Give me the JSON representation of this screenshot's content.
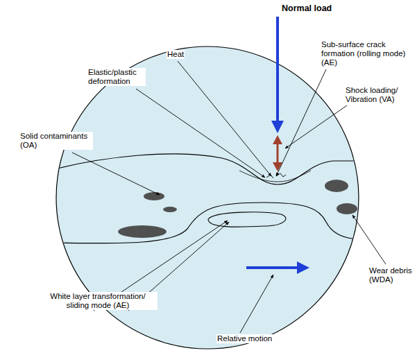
{
  "diagram": {
    "labels": [
      "Normal load",
      "Heat",
      "Sub-surface crack formation (rolling mode) (AE)",
      "Elastic/plastic deformation",
      "Shock loading/ Vibration (VA)",
      "Solid contaminants (OA)",
      "Wear debris (WDA)",
      "White layer transformation/ sliding mode (AE)",
      "Relative motion"
    ]
  }
}
